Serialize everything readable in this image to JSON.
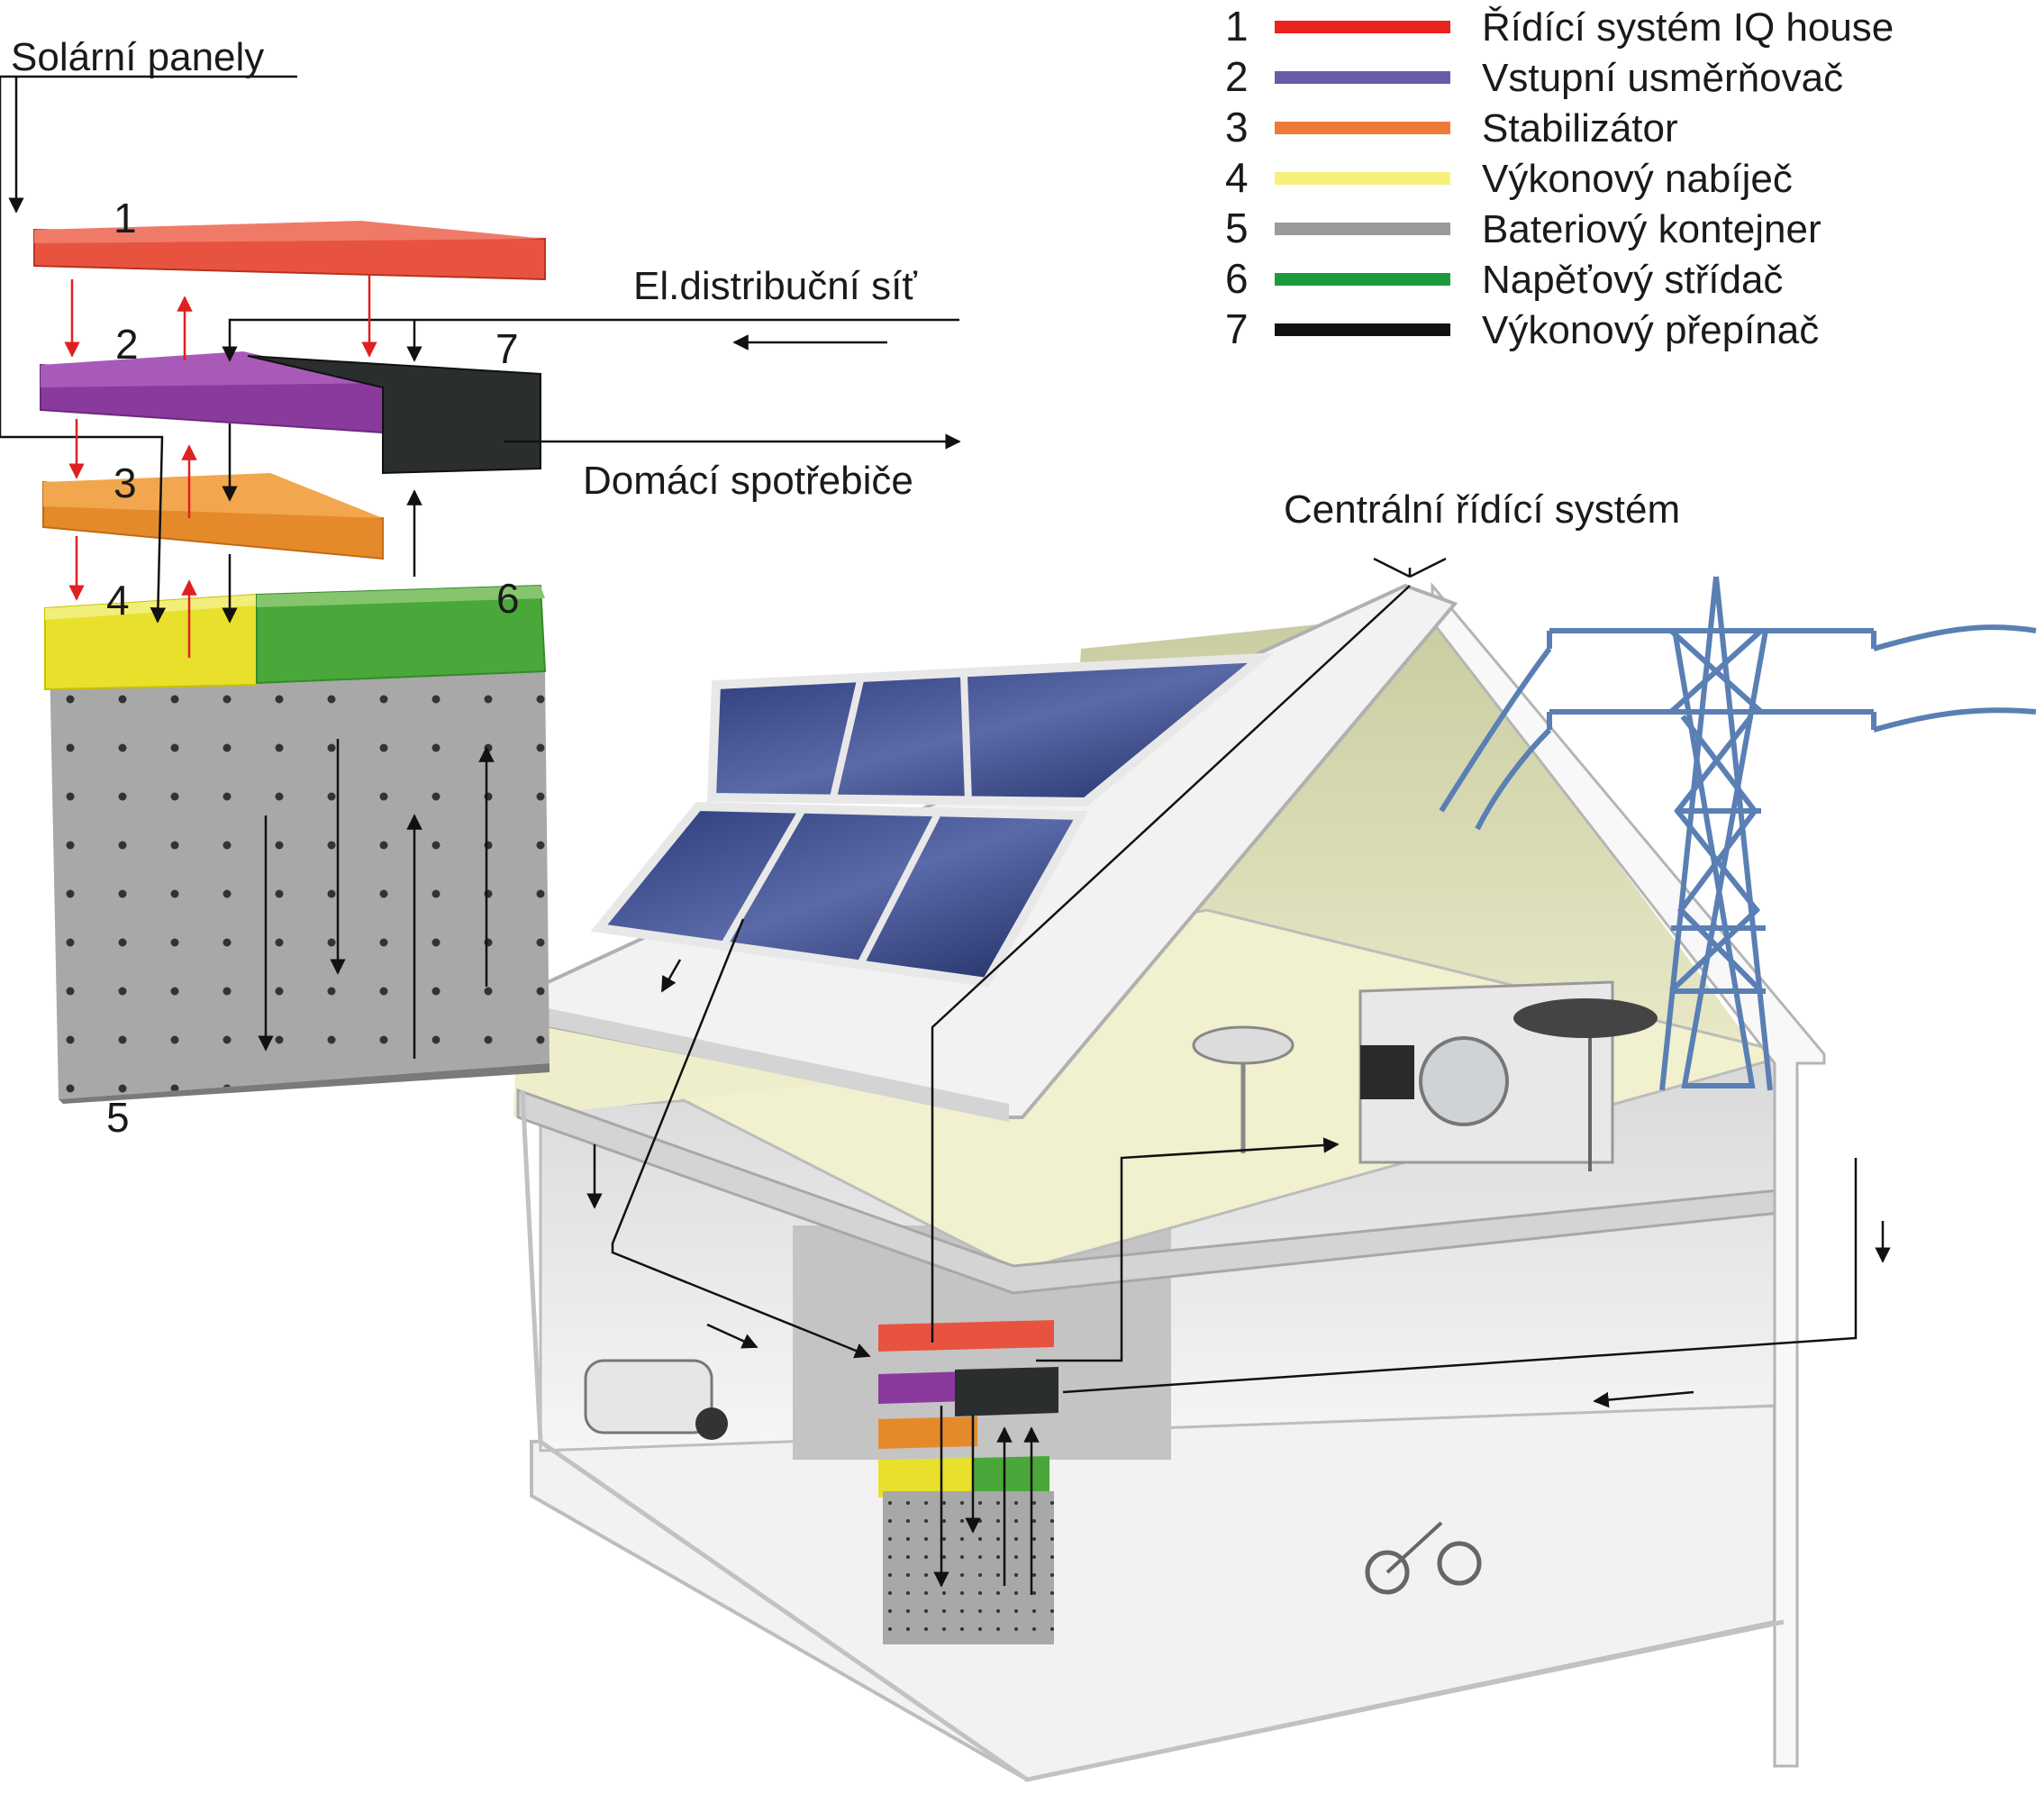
{
  "labels": {
    "solar_panels": "Solární panely",
    "grid": "El.distribuční síť",
    "appliances": "Domácí spotřebiče",
    "central_control": "Centrální řídící systém"
  },
  "stack_numbers": [
    "1",
    "2",
    "3",
    "4",
    "5",
    "6",
    "7"
  ],
  "legend": [
    {
      "num": "1",
      "label": "Řídící systém IQ house",
      "color": "#e8241c"
    },
    {
      "num": "2",
      "label": "Vstupní usměrňovač",
      "color": "#6a5aa8"
    },
    {
      "num": "3",
      "label": "Stabilizátor",
      "color": "#ee7a3a"
    },
    {
      "num": "4",
      "label": "Výkonový nabíječ",
      "color": "#f7f07a"
    },
    {
      "num": "5",
      "label": "Bateriový kontejner",
      "color": "#9a9a9a"
    },
    {
      "num": "6",
      "label": "Napěťový střídač",
      "color": "#1d9a3c"
    },
    {
      "num": "7",
      "label": "Výkonový přepínač",
      "color": "#111111"
    }
  ],
  "colors": {
    "control": "#e8533f",
    "rectifier": "#8a3a9c",
    "stabilizer": "#e58a2a",
    "charger": "#e8e02a",
    "battery": "#a8a8a8",
    "inverter": "#4aa83a",
    "switch": "#2a2e2e",
    "flow_red": "#e02020",
    "pylon": "#5a7fb4"
  }
}
